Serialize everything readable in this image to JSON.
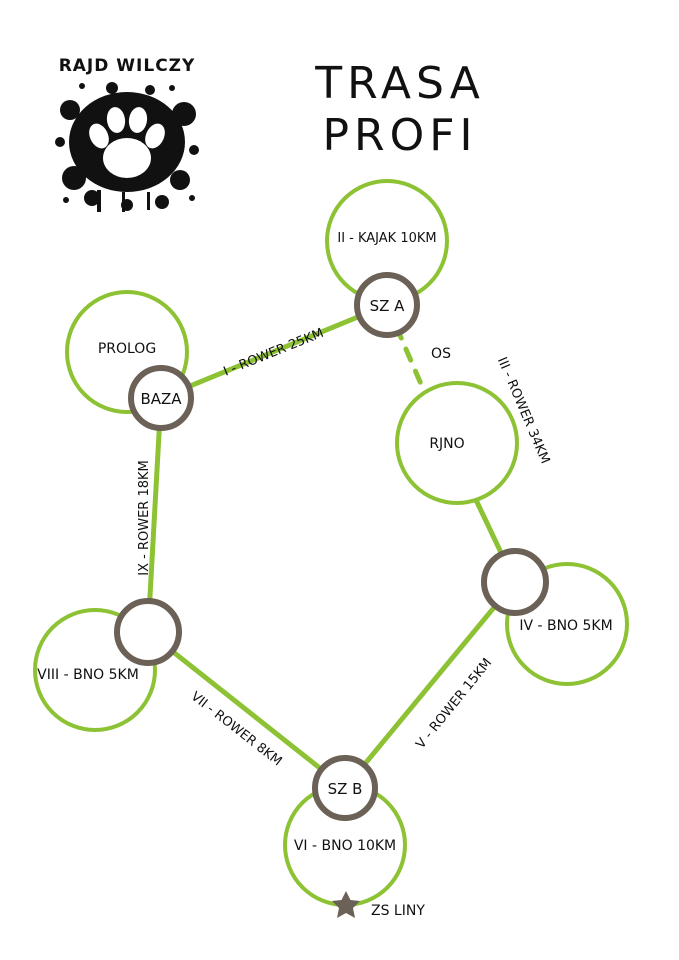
{
  "logo": {
    "text": "RAJD WILCZY",
    "icon": "wolf-paw-icon"
  },
  "title": {
    "line1": "TRASA",
    "line2": "PROFI"
  },
  "colors": {
    "route": "#8dc234",
    "checkpoint": "#6b6156",
    "text": "#111111"
  },
  "areas": {
    "prolog": "PROLOG",
    "kajak": "II - KAJAK 10KM",
    "rjno": "RJNO",
    "bno_iv": "IV - BNO 5KM",
    "bno_vi": "VI - BNO 10KM",
    "bno_viii": "VIII - BNO 5KM"
  },
  "checkpoints": {
    "baza": "BAZA",
    "sz_a": "SZ A",
    "sz_b": "SZ B"
  },
  "legs": {
    "leg1": "I - ROWER 25KM",
    "os": "OS",
    "leg3": "III - ROWER 34KM",
    "leg5": "V - ROWER 15KM",
    "leg7": "VII - ROWER 8KM",
    "leg9": "IX - ROWER 18KM"
  },
  "finish": {
    "label": "ZS LINY",
    "icon": "star-icon"
  }
}
